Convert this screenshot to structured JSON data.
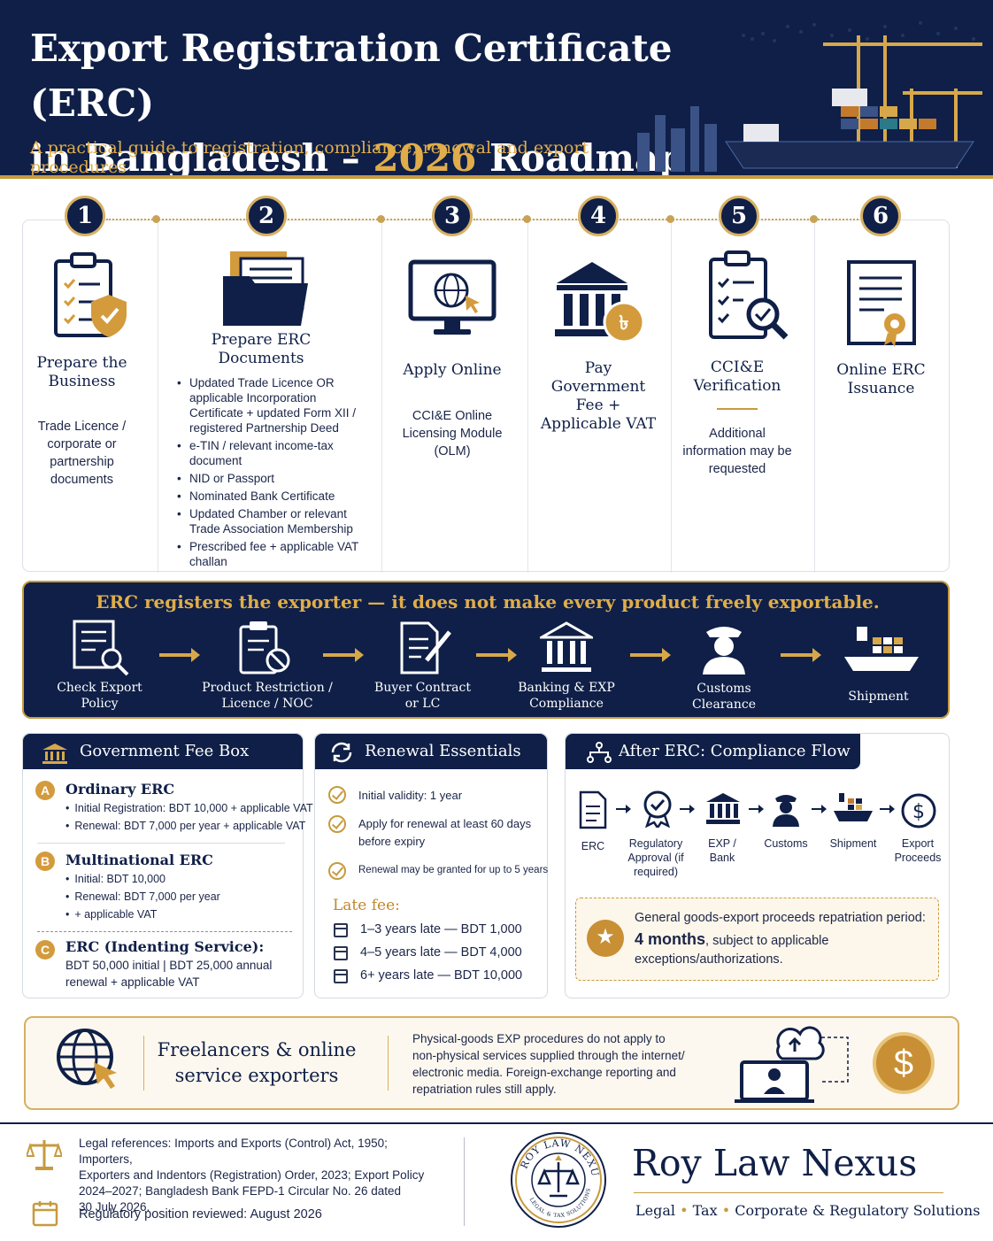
{
  "header": {
    "title_line1": "Export Registration Certificate (ERC)",
    "title_line2_a": "in Bangladesh – ",
    "title_line2_year": "2026",
    "title_line2_b": " Roadmap",
    "subtitle": "A practical guide to registration, compliance, renewal and export procedures"
  },
  "steps": [
    {
      "num": "1",
      "title": "Prepare the Business",
      "desc": "Trade Licence / corporate or partnership documents"
    },
    {
      "num": "2",
      "title": "Prepare ERC Documents",
      "items": [
        "Updated Trade Licence OR applicable Incorporation Certificate + updated Form XII / registered Partnership Deed",
        "e-TIN / relevant income-tax document",
        "NID or Passport",
        "Nominated Bank Certificate",
        "Updated Chamber or relevant Trade Association Membership",
        "Prescribed fee + applicable VAT challan"
      ]
    },
    {
      "num": "3",
      "title": "Apply Online",
      "desc": "CCI&E Online Licensing Module (OLM)"
    },
    {
      "num": "4",
      "title": "Pay Government Fee + Applicable VAT",
      "desc": ""
    },
    {
      "num": "5",
      "title": "CCI&E Verification",
      "desc": "Additional information may be requested"
    },
    {
      "num": "6",
      "title": "Online ERC Issuance",
      "desc": ""
    }
  ],
  "banner": {
    "headline": "ERC registers the exporter — it does not make every product freely exportable.",
    "flow": [
      "Check Export Policy",
      "Product Restriction / Licence / NOC",
      "Buyer Contract or LC",
      "Banking & EXP Compliance",
      "Customs Clearance",
      "Shipment"
    ]
  },
  "fee_box": {
    "title": "Government Fee Box",
    "a": {
      "badge": "A",
      "title": "Ordinary ERC",
      "items": [
        "Initial Registration: BDT 10,000 + applicable VAT",
        "Renewal: BDT 7,000 per year + applicable VAT"
      ]
    },
    "b": {
      "badge": "B",
      "title": "Multinational ERC",
      "items": [
        "Initial: BDT 10,000",
        "Renewal: BDT 7,000 per year",
        "+ applicable VAT"
      ]
    },
    "c": {
      "badge": "C",
      "title": "ERC (Indenting Service):",
      "line1": "BDT 50,000 initial | BDT 25,000 annual",
      "line2": "renewal + applicable VAT"
    }
  },
  "renewal": {
    "title": "Renewal Essentials",
    "checks": [
      "Initial validity: 1 year",
      "Apply for renewal at least 60 days",
      "before expiry",
      "Renewal may be granted for up to 5 years"
    ],
    "late_fee_title": "Late fee:",
    "late_fees": [
      "1–3 years late — BDT 1,000",
      "4–5 years late — BDT 4,000",
      "6+ years late — BDT 10,000"
    ]
  },
  "compliance": {
    "title": "After ERC: Compliance Flow",
    "steps": [
      "ERC",
      "Regulatory Approval (if required)",
      "EXP / Bank",
      "Customs",
      "Shipment",
      "Export Proceeds"
    ],
    "note_line1": "General goods-export proceeds repatriation period:",
    "note_bold": "4 months",
    "note_rest": ", subject to applicable",
    "note_line3": "exceptions/authorizations."
  },
  "freelancers": {
    "title_line1": "Freelancers & online",
    "title_line2": "service exporters",
    "text": [
      "Physical-goods EXP procedures do not apply to",
      "non-physical services supplied through the internet/",
      "electronic media. Foreign-exchange reporting and",
      "repatriation rules still apply."
    ],
    "dollar": "$"
  },
  "footer": {
    "references": [
      "Legal references: Imports and Exports (Control) Act, 1950; Importers,",
      "Exporters and Indentors (Registration) Order, 2023; Export Policy",
      "2024–2027; Bangladesh Bank FEPD-1 Circular No. 26 dated",
      "30 July 2026."
    ],
    "reviewed": "Regulatory position reviewed: August 2026",
    "seal_top": "ROY LAW NEXUS",
    "seal_bottom": "LEGAL & TAX SOLUTIONS",
    "brand": "Roy Law Nexus",
    "tag1": "Legal",
    "tag2": "Tax",
    "tag3": "Corporate & Regulatory Solutions"
  },
  "colors": {
    "navy": "#0f1f47",
    "gold": "#c79a3e",
    "cream": "#fdf6ea"
  }
}
